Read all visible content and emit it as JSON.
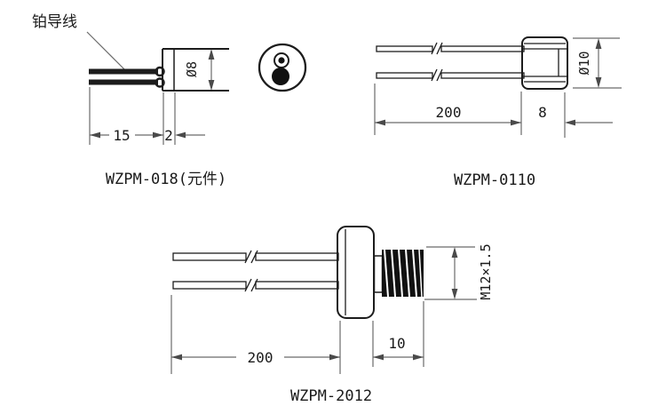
{
  "figures": [
    {
      "caption": "WZPM-018(元件)",
      "callout_label": "铂导线",
      "dim_wire_length": "15",
      "dim_collar_width": "2",
      "dim_diameter": "Ø8"
    },
    {
      "caption": "WZPM-0110",
      "dim_wire_length": "200",
      "dim_body_length": "8",
      "dim_diameter": "Ø10"
    },
    {
      "caption": "WZPM-2012",
      "dim_wire_length": "200",
      "dim_thread_length": "10",
      "dim_thread_spec": "M12×1.5"
    }
  ],
  "colors": {
    "background": "#ffffff",
    "line": "#1c1c1c",
    "dim": "#6b6b6b",
    "arrow": "#4a4a4a",
    "ink": "#1a1a1a",
    "thread_fill": "#111111"
  }
}
